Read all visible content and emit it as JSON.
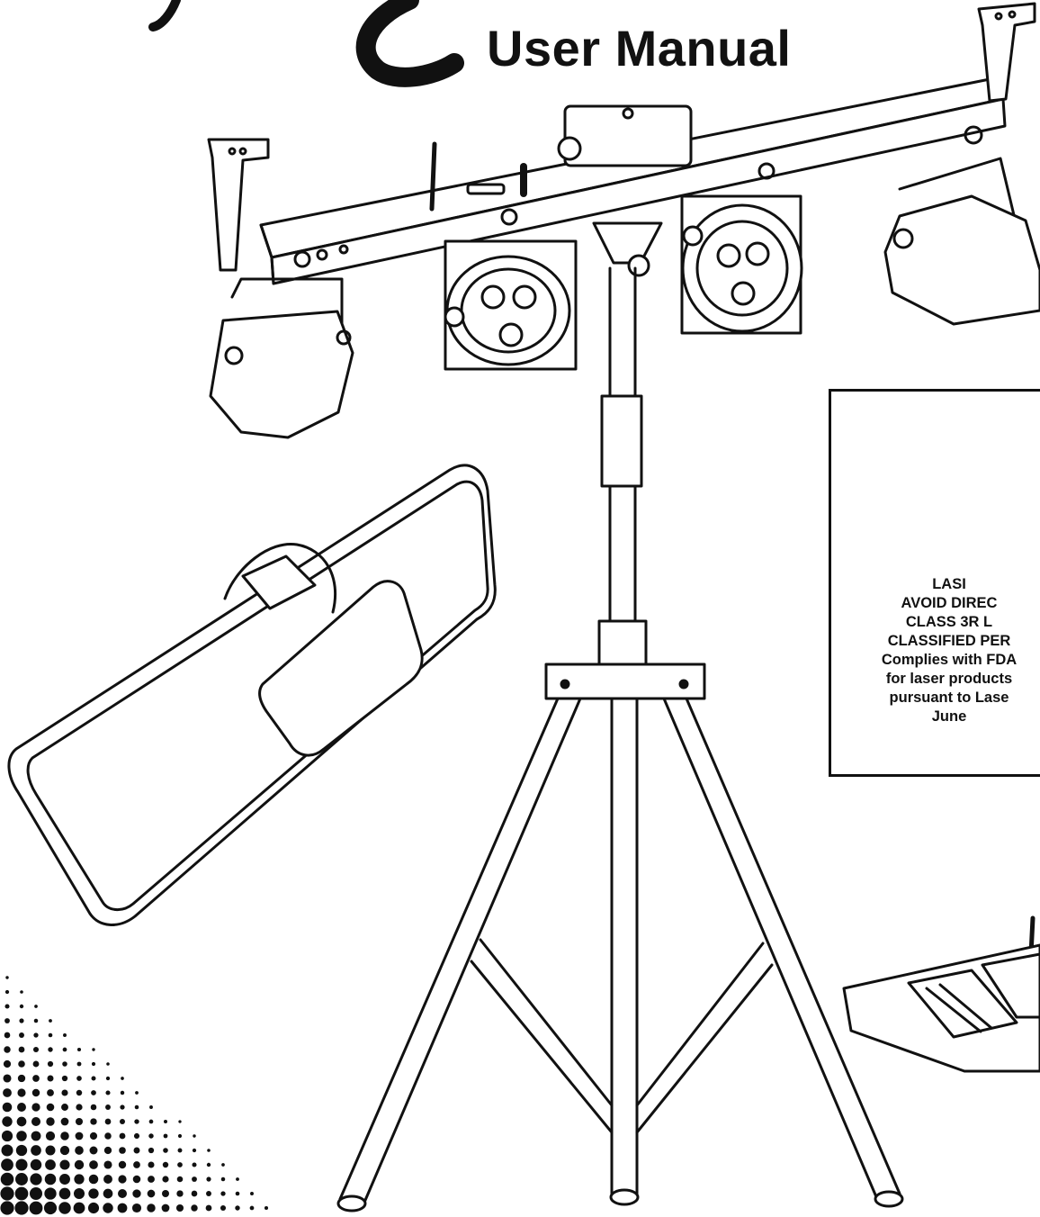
{
  "header": {
    "title": "User Manual"
  },
  "laser_warning": {
    "icon": "laser-warning-triangle-icon",
    "lines": [
      "LASI",
      "AVOID DIREC",
      "CLASS 3R L",
      "CLASSIFIED PER",
      "Complies with FDA",
      "for laser products",
      "pursuant to Lase",
      "June"
    ]
  },
  "illustration": {
    "items": [
      "light-bar",
      "tripod-stand",
      "carry-bag",
      "foot-controller",
      "halftone-pattern"
    ],
    "colors": {
      "line": "#111111",
      "warning_yellow": "#f3c200"
    }
  }
}
